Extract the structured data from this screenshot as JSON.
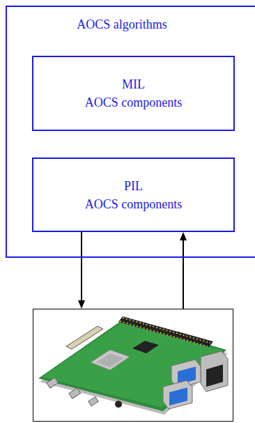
{
  "diagram": {
    "nodes": [
      {
        "text": [
          "AOCS algorithms"
        ]
      },
      {
        "text": [
          "MIL",
          "AOCS components"
        ],
        "in": 0
      },
      {
        "text": [
          "PIL",
          "AOCS components"
        ],
        "in": 0
      },
      {
        "text": []
      }
    ],
    "edges": [
      {
        "from": 2,
        "to": 3,
        "arrow": "to"
      },
      {
        "from": 3,
        "to": 2,
        "arrow": "to"
      }
    ]
  }
}
